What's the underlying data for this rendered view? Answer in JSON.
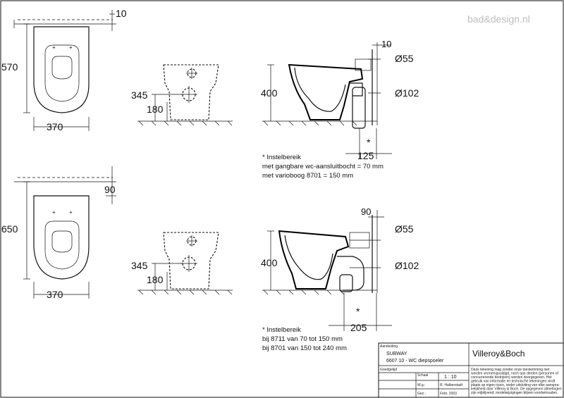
{
  "watermark": "bad&design.nl",
  "top": {
    "dims": {
      "gap": "10",
      "depth": "570",
      "width": "370",
      "height_a": "345",
      "height_b": "180",
      "side_gap": "10",
      "d1": "Ø55",
      "height": "400",
      "d2": "Ø102",
      "offset": "125"
    },
    "star": "*",
    "notes": [
      "* Instelbereik",
      "met gangbare wc-aansluitbocht = 70 mm",
      "met varioboog 8701 = 150 mm"
    ]
  },
  "bottom": {
    "dims": {
      "gap": "90",
      "depth": "650",
      "width": "370",
      "height_a": "345",
      "height_b": "180",
      "side_gap": "90",
      "d1": "Ø55",
      "height": "400",
      "d2": "Ø102",
      "offset": "205"
    },
    "star": "*",
    "notes": [
      "* Instelbereik",
      "bij 8711 van    70 tot 150 mm",
      "bij 8701 van 150 tot 240 mm"
    ]
  },
  "titleblock": {
    "label_name": "Aanduiding",
    "product": "SUBWAY",
    "subtitle": "6607 10 - WC diepspoeler",
    "brand": "Villeroy&Boch",
    "label_approved": "Goedgekjd",
    "label_scale": "Schaal",
    "scale": "1 : 10",
    "label_drawn": "W.g.:",
    "drawn_by": "R. Halberstadt",
    "label_date": "Gez.:",
    "date": "Febr. 2003",
    "disclaimer": [
      "Deze tekening mag zonder onze toestemming niet",
      "worden vermenigvuldigd, noch aan derden  (personen of",
      "concurrerende bedrijven) worden doorgegeven. Het",
      "gebruik van informatie en technische tekeningen  vindt",
      "plaats op eigen risico, onder uitsluiting van elke aanspra-",
      "kelijkheid door Villeroy & Boch. De opgegeven afmetingen",
      "zijn vrijblijvend; modelwijzigingen blijven voorbehouden."
    ]
  }
}
